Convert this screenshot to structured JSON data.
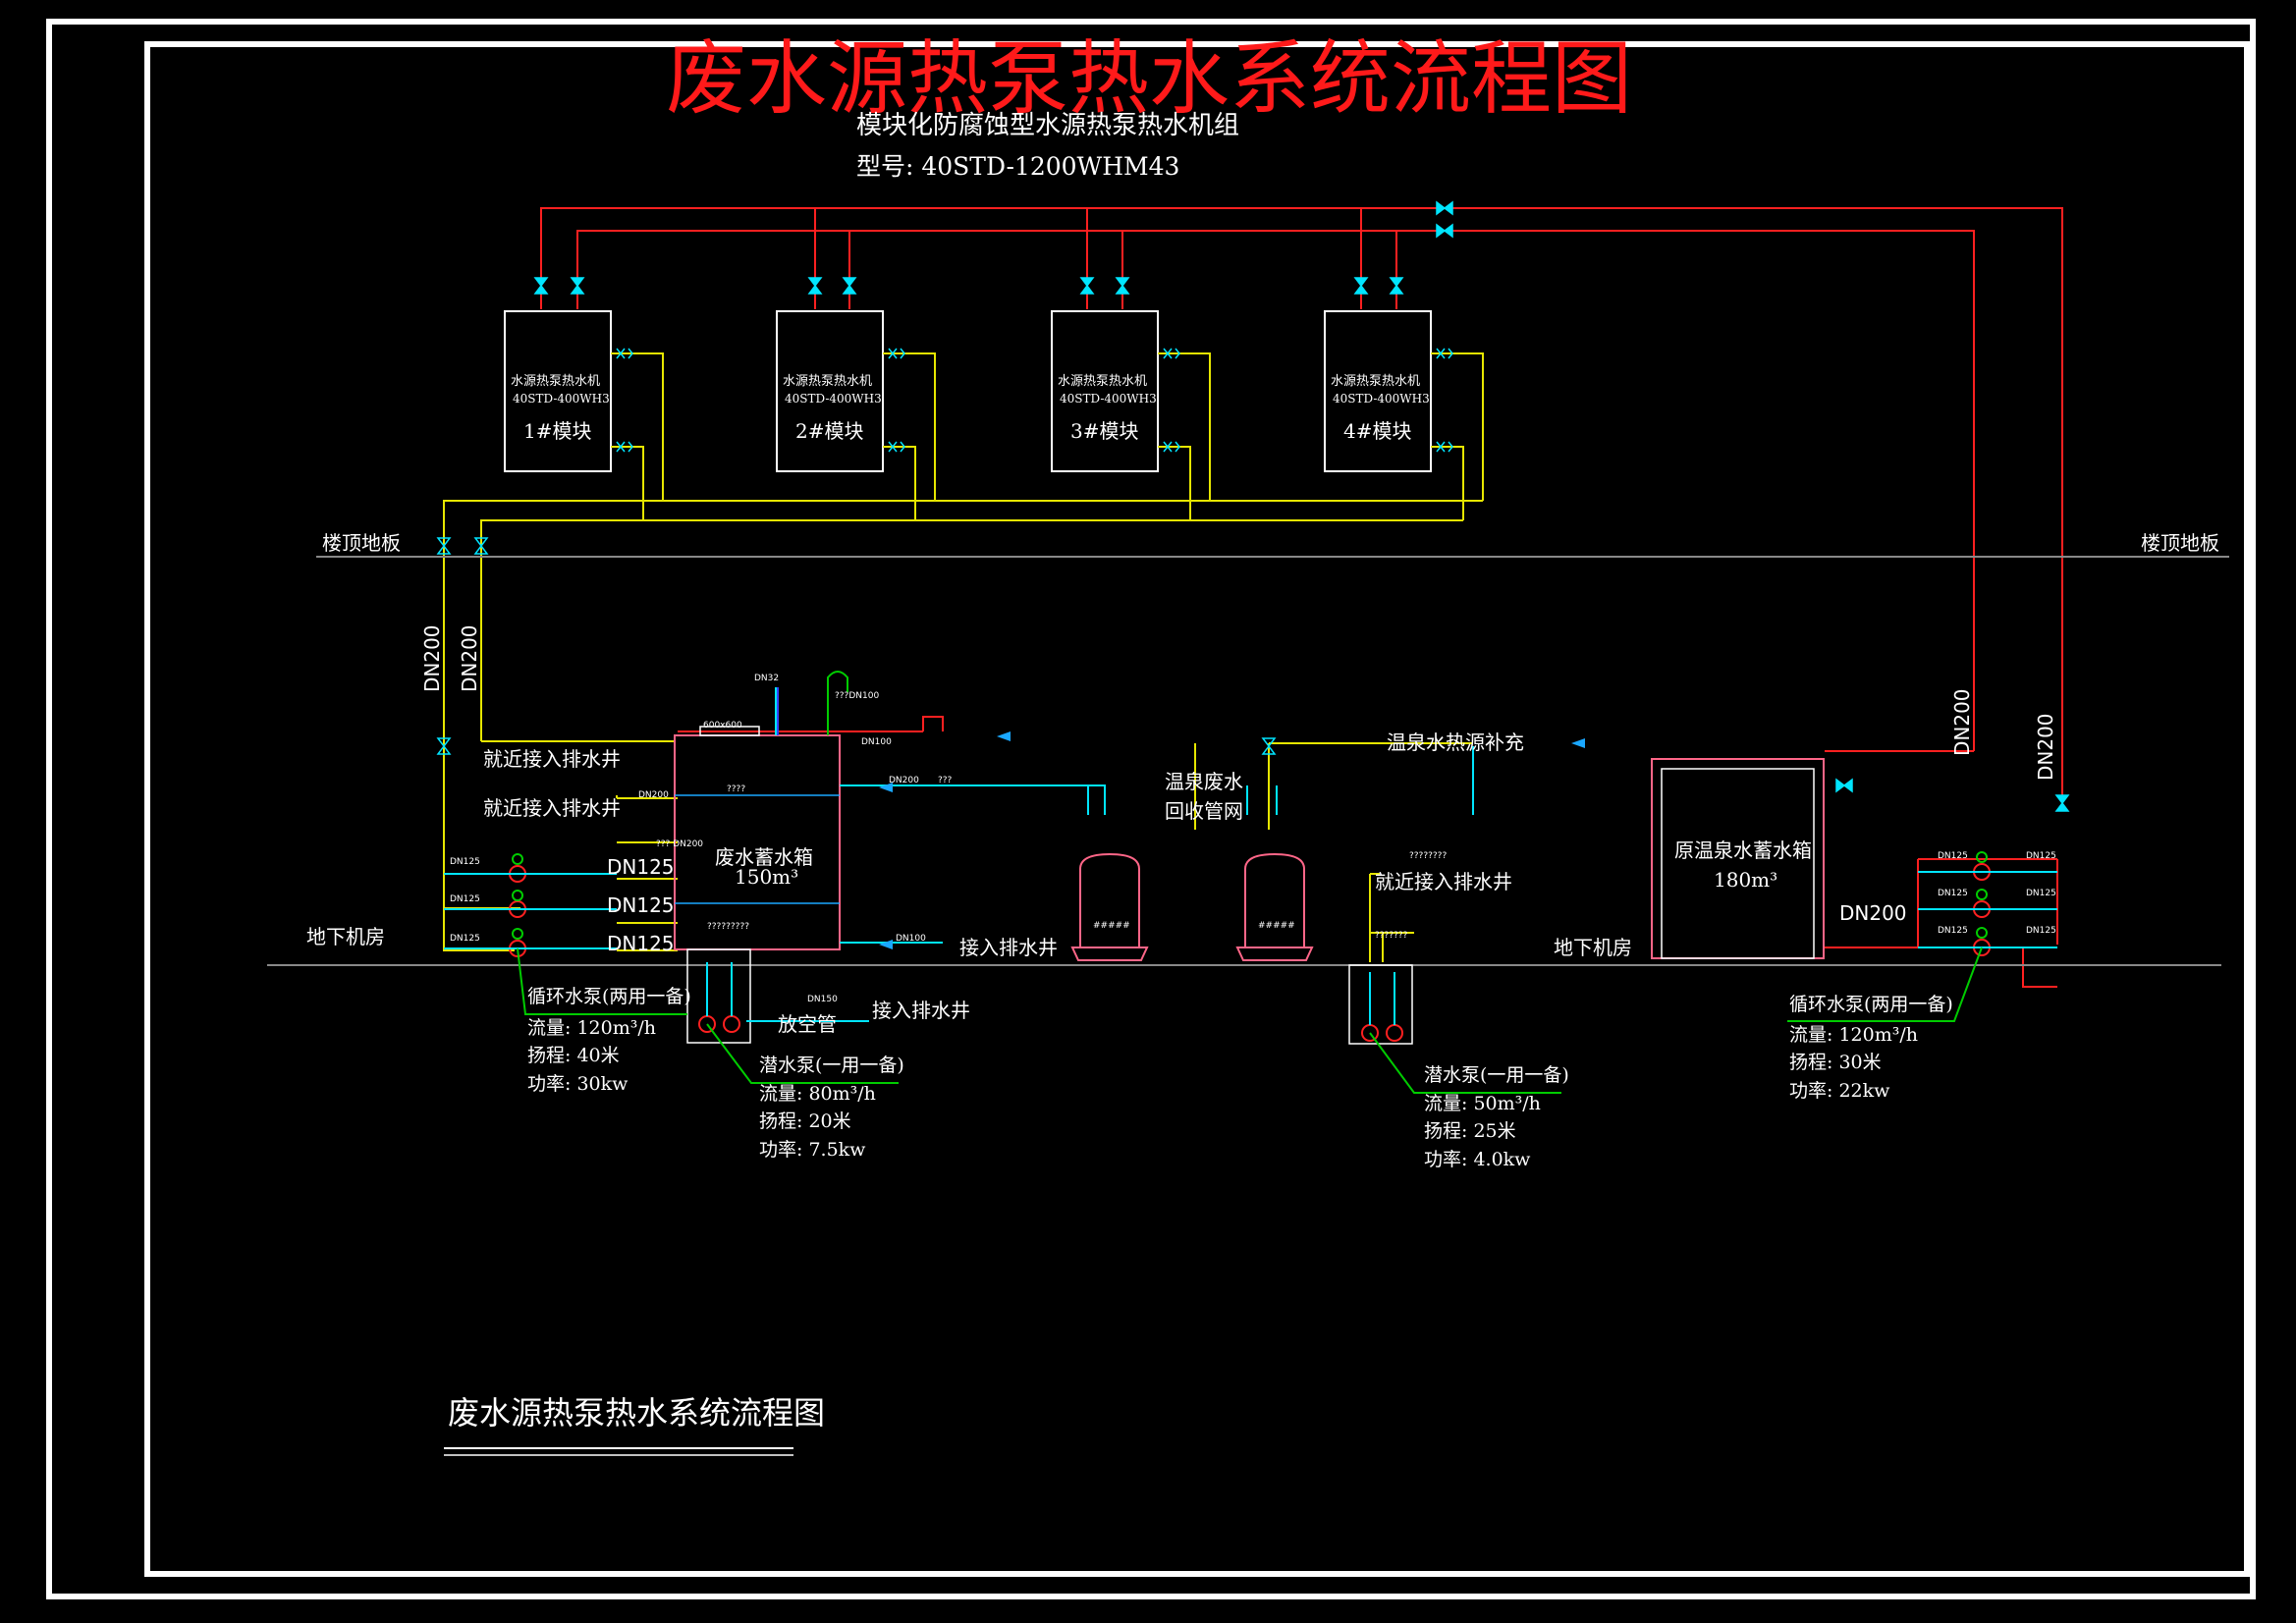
{
  "title": "废水源热泵热水系统流程图",
  "unit_group": {
    "name": "模块化防腐蚀型水源热泵热水机组",
    "model": "型号: 40STD-1200WHM43"
  },
  "modules": [
    {
      "name": "水源热泵热水机",
      "model": "40STD-400WH3",
      "label": "1#模块"
    },
    {
      "name": "水源热泵热水机",
      "model": "40STD-400WH3",
      "label": "2#模块"
    },
    {
      "name": "水源热泵热水机",
      "model": "40STD-400WH3",
      "label": "3#模块"
    },
    {
      "name": "水源热泵热水机",
      "model": "40STD-400WH3",
      "label": "4#模块"
    }
  ],
  "levels": {
    "roof_left": "楼顶地板",
    "roof_right": "楼顶地板",
    "basement_left": "地下机房",
    "basement_right": "地下机房"
  },
  "pipe_labels": {
    "dn200_a": "DN200",
    "dn200_b": "DN200",
    "dn200_c": "DN200",
    "dn200_d": "DN200",
    "dn200_e": "DN200",
    "dn125_a": "DN125",
    "dn125_b": "DN125",
    "dn125_c": "DN125",
    "small_dn125": "DN125",
    "small_dn150": "DN150",
    "small_dn100": "DN100",
    "small_dn32": "DN32",
    "small_dn200": "DN200",
    "small_qdn100": "???DN100",
    "small_600": "600x600",
    "small_q3": "???",
    "small_q4": "????",
    "small_qdn200": "??? DN200",
    "small_q9": "?????????",
    "small_q7": "???????",
    "small_q8": "????????"
  },
  "annotations": {
    "drain_1": "就近接入排水井",
    "drain_2": "就近接入排水井",
    "drain_3": "接入排水井",
    "drain_4": "接入排水井",
    "drain_5": "就近接入排水井",
    "vent_pipe": "放空管",
    "hotspring_supply": "温泉水热源补充",
    "hotspring_return_1": "温泉废水",
    "hotspring_return_2": "回收管网"
  },
  "tanks": {
    "waste": {
      "name": "废水蓄水箱",
      "volume": "150m³"
    },
    "hotspring": {
      "name": "原温泉水蓄水箱",
      "volume": "180m³"
    }
  },
  "pumps": {
    "circ_left": {
      "title": "循环水泵(两用一备)",
      "flow": "流量: 120m³/h",
      "head": "扬程: 40米",
      "power": "功率: 30kw"
    },
    "sub_left": {
      "title": "潜水泵(一用一备)",
      "flow": "流量: 80m³/h",
      "head": "扬程: 20米",
      "power": "功率: 7.5kw"
    },
    "sub_right": {
      "title": "潜水泵(一用一备)",
      "flow": "流量: 50m³/h",
      "head": "扬程: 25米",
      "power": "功率: 4.0kw"
    },
    "circ_right": {
      "title": "循环水泵(两用一备)",
      "flow": "流量: 120m³/h",
      "head": "扬程: 30米",
      "power": "功率: 22kw"
    }
  },
  "filters": [
    {
      "label": "#####"
    },
    {
      "label": "#####"
    }
  ],
  "footer_title": "废水源热泵热水系统流程图",
  "colors": {
    "hot_pipe": "#ff2020",
    "cold_pipe": "#e6e600",
    "cyan_pipe": "#00e5ff",
    "green_leader": "#00cc00",
    "equipment": "#ffffff",
    "tank_wall": "#ff6688"
  }
}
